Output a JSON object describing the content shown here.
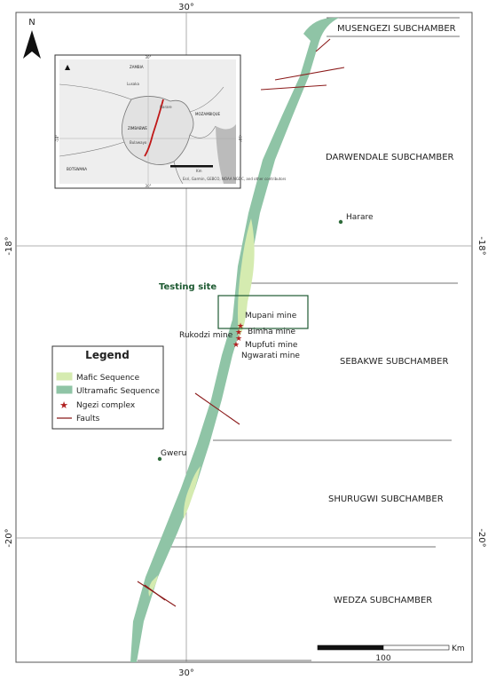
{
  "grid": {
    "lon_top_left": "30°",
    "lon_bottom_left": "30°",
    "lat_upper_left": "-18°",
    "lat_upper_right": "-18°",
    "lat_lower_left": "-20°",
    "lat_lower_right": "-20°"
  },
  "north_arrow": {
    "label": "N"
  },
  "subchambers": {
    "musengezi": "MUSENGEZI SUBCHAMBER",
    "darwendale": "DARWENDALE SUBCHAMBER",
    "sebakwe": "SEBAKWE SUBCHAMBER",
    "shurugwi": "SHURUGWI SUBCHAMBER",
    "wedza": "WEDZA SUBCHAMBER"
  },
  "towns": {
    "harare": "Harare",
    "gweru": "Gweru"
  },
  "testing_site": {
    "label": "Testing site",
    "color": "#1e5a32"
  },
  "mines": {
    "mupani": "Mupani mine",
    "rukodzi": "Rukodzi mine",
    "bimha": "Bimha mine",
    "mupfuti": "Mupfuti mine",
    "ngwarati": "Ngwarati mine"
  },
  "legend": {
    "title": "Legend",
    "items": [
      {
        "label": "Mafic Sequence",
        "color": "#d5ebb0"
      },
      {
        "label": "Ultramafic Sequence",
        "color": "#8fc4a6"
      },
      {
        "label": "Ngezi complex",
        "color": "#b02020"
      },
      {
        "label": "Faults",
        "color": "#8b1a1a"
      }
    ]
  },
  "scale_bar": {
    "value": "100",
    "unit": "Km"
  },
  "inset": {
    "countries": {
      "zambia": "ZAMBIA",
      "zimbabwe": "ZIMBABWE",
      "mozambique": "MOZAMBIQUE",
      "botswana": "BOTSWANA"
    },
    "cities": {
      "lusaka": "Lusaka",
      "harare": "Harare",
      "bulawayo": "Bulawayo"
    },
    "lon_top": "30°",
    "lon_bottom": "30°",
    "lat_left": "-18°",
    "lat_right": "-18°",
    "scale_unit": "Km",
    "credits": "Esri, Garmin, GEBCO, NOAA NGDC, and other contributors"
  }
}
